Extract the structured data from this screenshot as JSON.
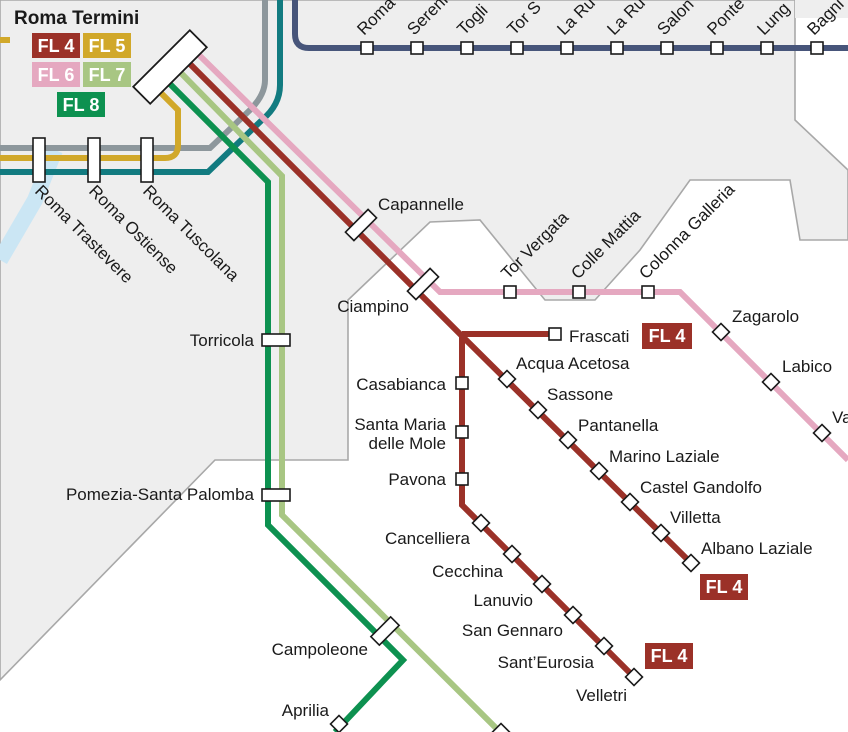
{
  "colors": {
    "background": "#ffffff",
    "region": "#eeeeee",
    "region_border": "#a8a8a8",
    "FL4": "#9b3128",
    "FL5": "#d1a82a",
    "FL6": "#e5a8c0",
    "FL7": "#a8c683",
    "FL8": "#0d9150",
    "teal": "#127b80",
    "gray": "#8d979c",
    "navy": "#47557a",
    "light_blue": "#cbe6f4"
  },
  "hub": {
    "name": "Roma Termini",
    "badges": [
      "FL 4",
      "FL 5",
      "FL 6",
      "FL 7",
      "FL 8"
    ]
  },
  "line_badges": {
    "frascati": "FL 4",
    "albano": "FL 4",
    "velletri": "FL 4"
  },
  "top_stations": [
    "Roma",
    "Sereni",
    "Togli",
    "Tor S",
    "La Ru",
    "La Ru",
    "Salon",
    "Ponte",
    "Lung",
    "Bagni"
  ],
  "stations": {
    "roma_trastevere": "Roma Trastevere",
    "roma_ostiense": "Roma Ostiense",
    "roma_tuscolana": "Roma Tuscolana",
    "capannelle": "Capannelle",
    "ciampino": "Ciampino",
    "torricola": "Torricola",
    "pomezia": "Pomezia-Santa Palomba",
    "campoleone": "Campoleone",
    "aprilia": "Aprilia",
    "tor_vergata": "Tor Vergata",
    "colle_mattia": "Colle Mattia",
    "colonna_galleria": "Colonna Galleria",
    "zagarolo": "Zagarolo",
    "labico": "Labico",
    "va": "Va",
    "frascati": "Frascati",
    "casabianca": "Casabianca",
    "santa_maria_1": "Santa Maria",
    "santa_maria_2": "delle Mole",
    "pavona": "Pavona",
    "cancelliera": "Cancelliera",
    "cecchina": "Cecchina",
    "lanuvio": "Lanuvio",
    "san_gennaro": "San Gennaro",
    "sant_eurosia": "Sant’Eurosia",
    "velletri": "Velletri",
    "acqua_acetosa": "Acqua Acetosa",
    "sassone": "Sassone",
    "pantanella": "Pantanella",
    "marino_laziale": "Marino Laziale",
    "castel_gandolfo": "Castel Gandolfo",
    "villetta": "Villetta",
    "albano_laziale": "Albano Laziale"
  }
}
